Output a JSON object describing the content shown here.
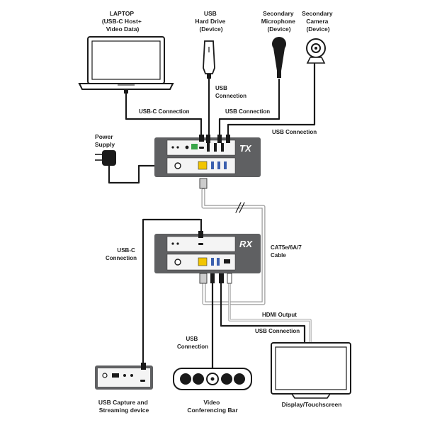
{
  "labels": {
    "laptop": [
      "LAPTOP",
      "(USB-C Host+",
      "Video Data)"
    ],
    "usb_drive": [
      "USB",
      "Hard Drive",
      "(Device)"
    ],
    "microphone": [
      "Secondary",
      "Microphone",
      "(Device)"
    ],
    "camera": [
      "Secondary",
      "Camera",
      "(Device)"
    ],
    "power_supply": [
      "Power",
      "Supply"
    ],
    "usbc_connection_top": "USB-C Connection",
    "usb_connection_drive": [
      "USB",
      "Connection"
    ],
    "usb_connection_mic": "USB Connection",
    "usb_connection_cam": "USB Connection",
    "usbc_connection_left": [
      "USB-C",
      "Connection"
    ],
    "cat_cable": [
      "CAT5e/6A/7",
      "Cable"
    ],
    "hdmi_output": "HDMI Output",
    "usb_connection_display": "USB Connection",
    "usb_connection_bar": [
      "USB",
      "Connection"
    ],
    "capture_device": [
      "USB Capture and",
      "Streaming device"
    ],
    "video_bar": [
      "Video",
      "Conferencing Bar"
    ],
    "display": "Display/Touchscreen"
  },
  "tx": {
    "title": "TX",
    "panel_label": "TX"
  },
  "rx": {
    "title": "RX"
  },
  "colors": {
    "device_dark": "#5f6062",
    "panel_light": "#f4f4f4",
    "cable": "#1a1a1a",
    "cat_cable": "#9a9a9a",
    "rj45": "#f2c500",
    "usb_blue": "#3b5fae",
    "terminal_green": "#3aa64a"
  }
}
